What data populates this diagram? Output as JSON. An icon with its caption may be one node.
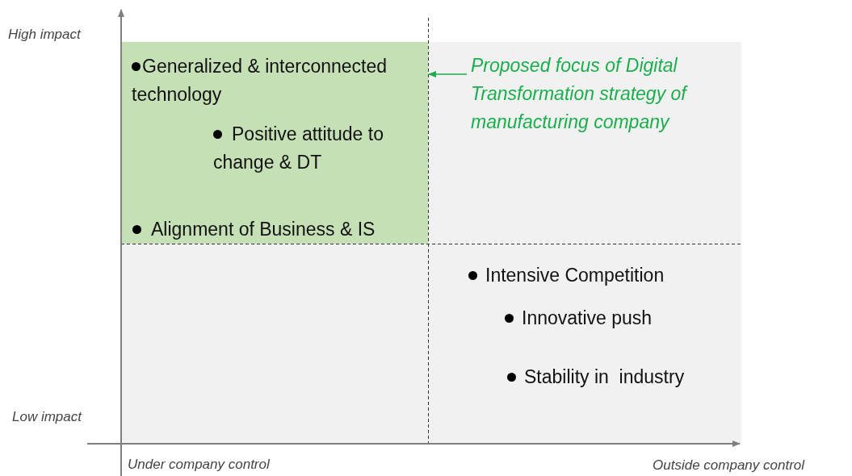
{
  "diagram": {
    "nodes": [
      {
        "text": [
          "Generalized & interconnected technology",
          "Positive attitude to change & DT",
          "Alignment of Business & IS"
        ]
      },
      {
        "text": [
          "Proposed focus of Digital Transformation strategy of manufacturing company"
        ]
      }
    ],
    "edges": [
      {
        "from": 1,
        "to": 0,
        "arrow": "to",
        "color": "#19b04b"
      }
    ],
    "labels": [
      "High impact",
      "Intensive Competition",
      "Innovative push",
      "Stability in  industry",
      "Low impact",
      "Under company control",
      "Outside company control"
    ]
  }
}
